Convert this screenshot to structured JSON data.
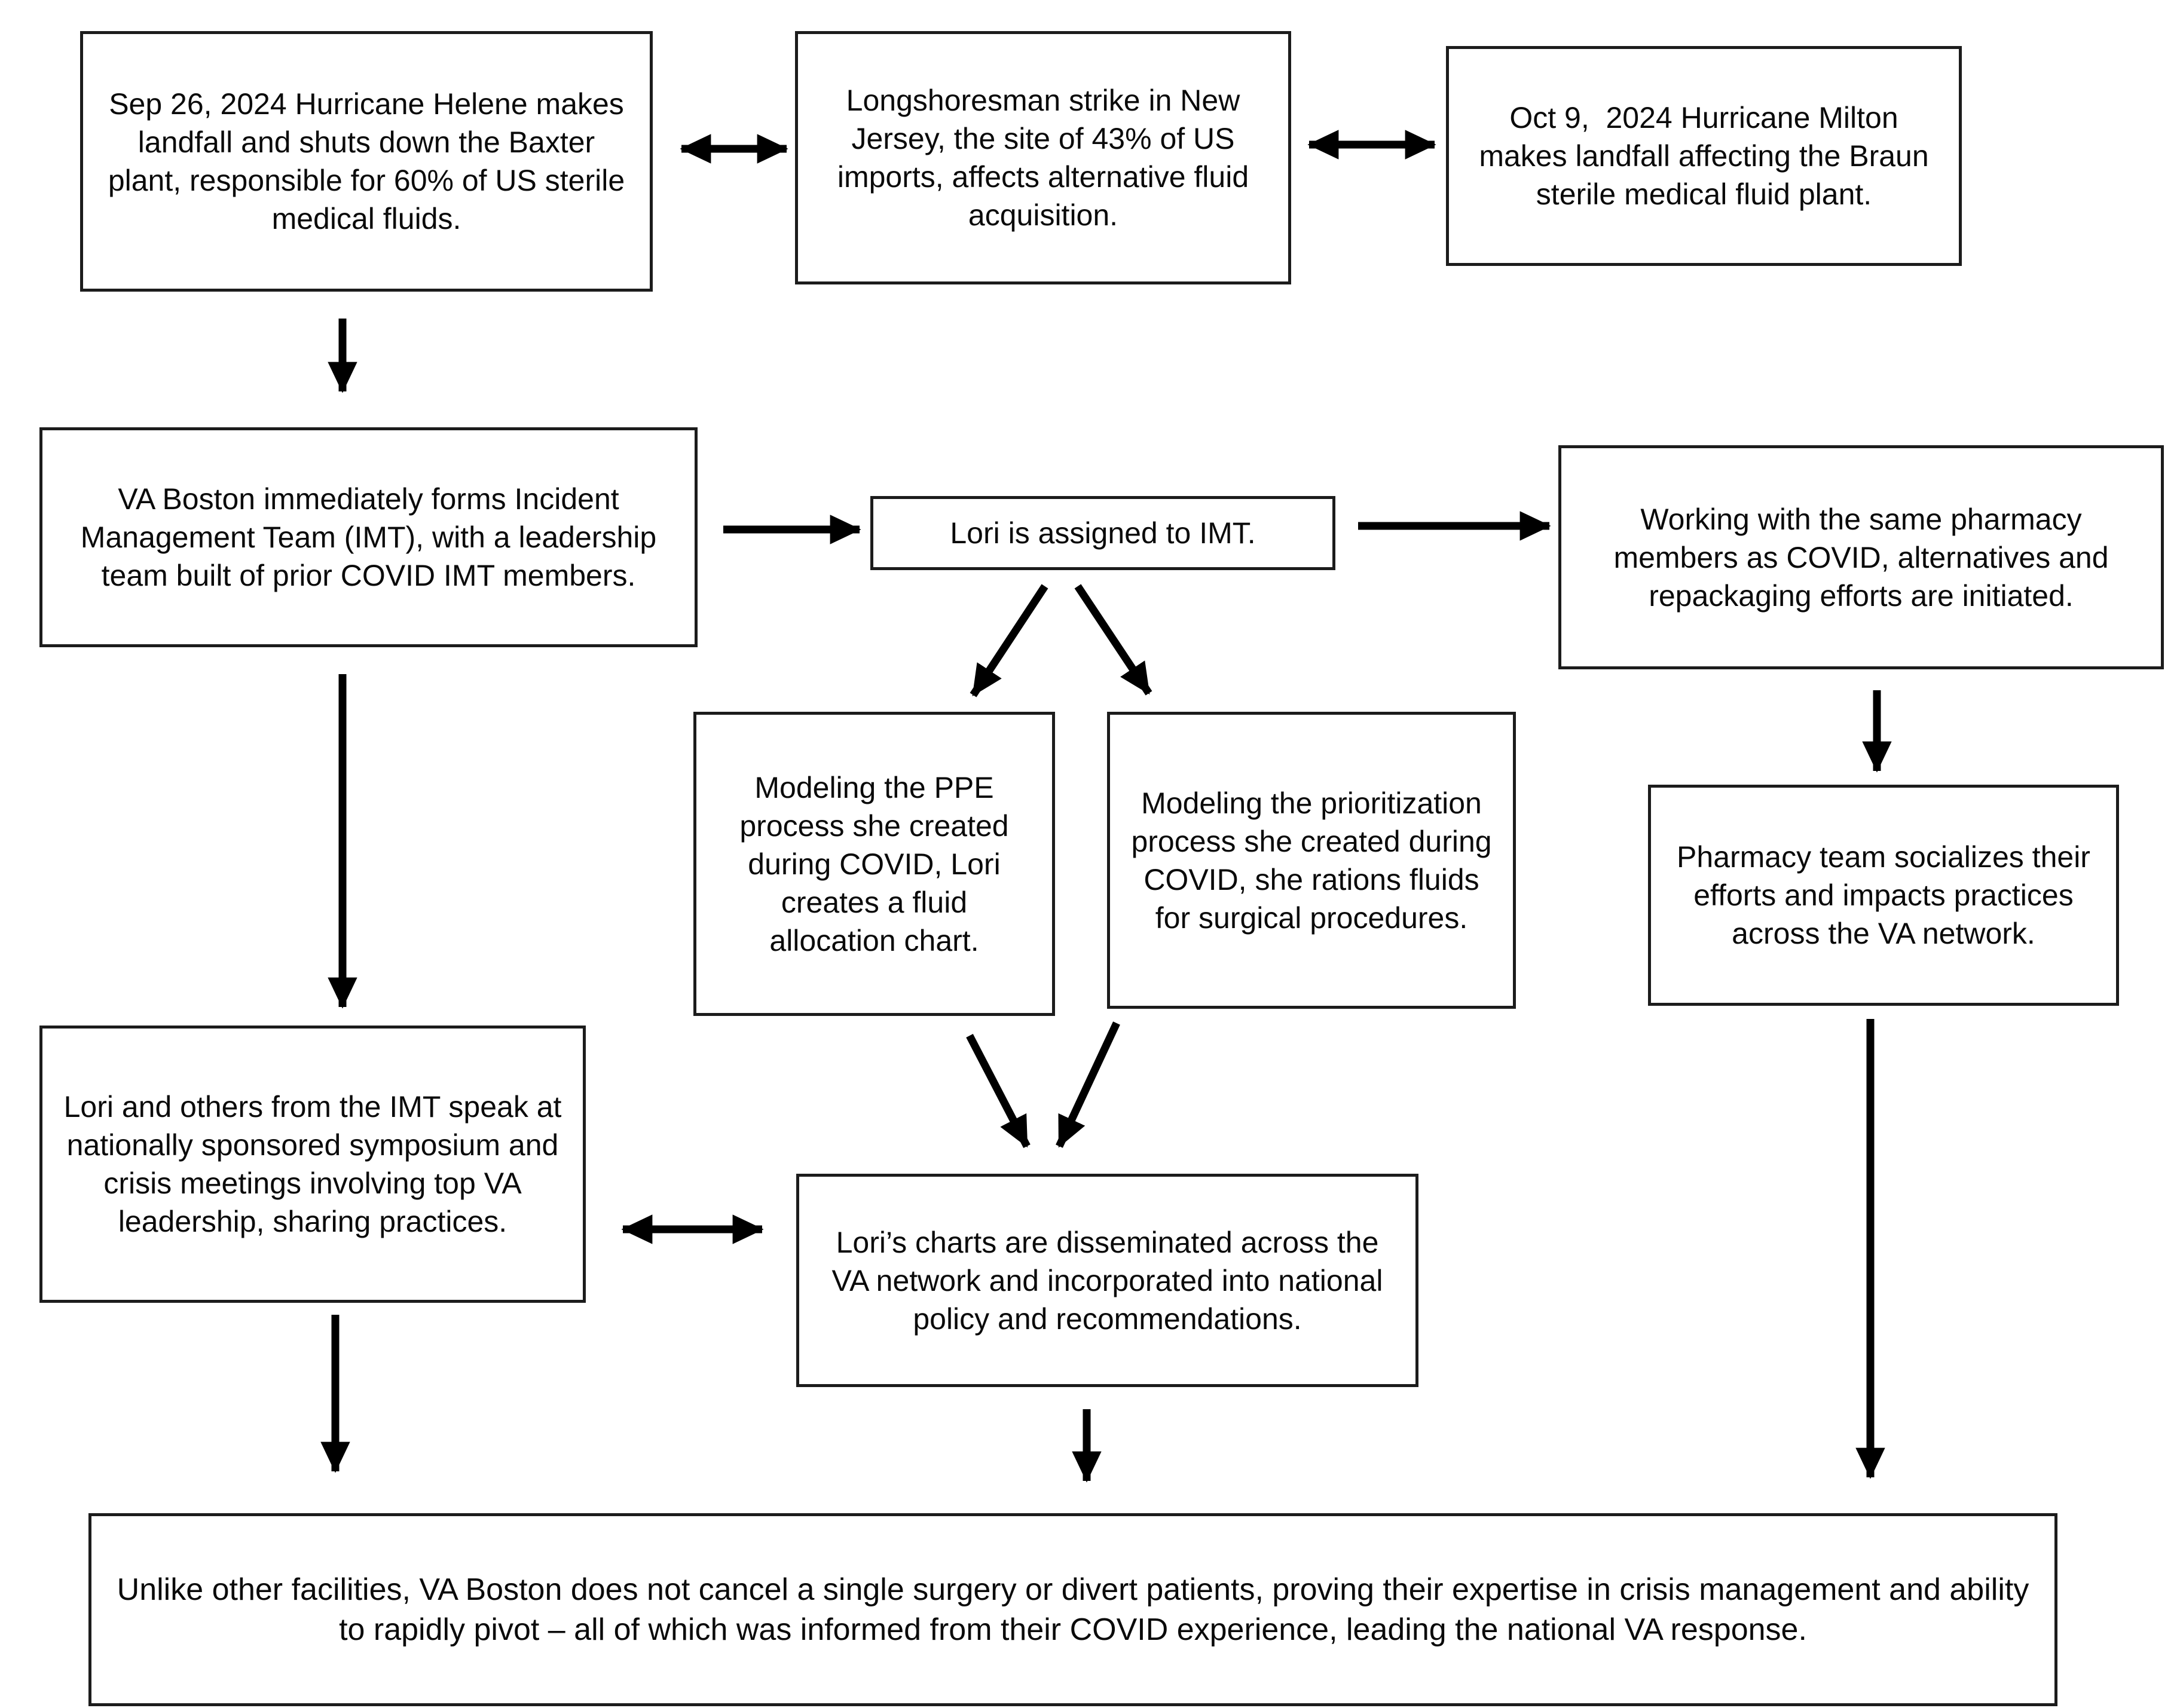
{
  "flowchart": {
    "background": "#ffffff",
    "box_border_color": "#1c1c1c",
    "arrow_color": "#000000",
    "boxes": [
      {
        "id": "hurricane-helene",
        "text": "Sep 26, 2024 Hurricane Helene makes landfall and shuts down the Baxter plant, responsible for 60% of US sterile medical fluids."
      },
      {
        "id": "longshoresman-strike",
        "text": "Longshoresman strike in New Jersey, the site of 43% of US imports, affects alternative fluid acquisition."
      },
      {
        "id": "hurricane-milton",
        "text": "Oct 9,  2024 Hurricane Milton makes landfall affecting the Braun sterile medical fluid plant."
      },
      {
        "id": "imt-formed",
        "text": "VA Boston immediately forms Incident Management Team (IMT), with a leadership team built of prior COVID IMT members."
      },
      {
        "id": "lori-assigned",
        "text": "Lori is assigned to IMT."
      },
      {
        "id": "pharmacy-efforts",
        "text": "Working with the same pharmacy members as COVID, alternatives and repackaging efforts are initiated."
      },
      {
        "id": "ppe-modeling",
        "text": "Modeling the PPE process she created during COVID, Lori creates a fluid allocation chart."
      },
      {
        "id": "prioritization-modeling",
        "text": "Modeling the prioritization process she created during COVID, she rations fluids for surgical procedures."
      },
      {
        "id": "pharmacy-socializes",
        "text": "Pharmacy team socializes their efforts and impacts practices across the VA network."
      },
      {
        "id": "symposium",
        "text": "Lori and others from the IMT speak at nationally sponsored symposium and crisis meetings involving top VA leadership, sharing practices."
      },
      {
        "id": "charts-disseminated",
        "text": "Lori’s charts are disseminated across the VA network and incorporated into national policy and recommendations."
      },
      {
        "id": "outcome",
        "text": "Unlike other facilities, VA Boston does not cancel a single surgery or divert patients, proving their expertise in crisis management and ability to rapidly pivot – all of which was informed from their COVID experience, leading the national VA response."
      }
    ],
    "arrows": [
      {
        "from": "hurricane-helene",
        "to": "longshoresman-strike",
        "type": "double"
      },
      {
        "from": "longshoresman-strike",
        "to": "hurricane-milton",
        "type": "double"
      },
      {
        "from": "hurricane-helene",
        "to": "imt-formed",
        "type": "single"
      },
      {
        "from": "imt-formed",
        "to": "lori-assigned",
        "type": "single"
      },
      {
        "from": "lori-assigned",
        "to": "pharmacy-efforts",
        "type": "single"
      },
      {
        "from": "lori-assigned",
        "to": "ppe-modeling",
        "type": "single"
      },
      {
        "from": "lori-assigned",
        "to": "prioritization-modeling",
        "type": "single"
      },
      {
        "from": "pharmacy-efforts",
        "to": "pharmacy-socializes",
        "type": "single"
      },
      {
        "from": "imt-formed",
        "to": "symposium",
        "type": "single"
      },
      {
        "from": "ppe-modeling",
        "to": "charts-disseminated",
        "type": "single"
      },
      {
        "from": "prioritization-modeling",
        "to": "charts-disseminated",
        "type": "single"
      },
      {
        "from": "symposium",
        "to": "charts-disseminated",
        "type": "double"
      },
      {
        "from": "symposium",
        "to": "outcome",
        "type": "single"
      },
      {
        "from": "charts-disseminated",
        "to": "outcome",
        "type": "single"
      },
      {
        "from": "pharmacy-socializes",
        "to": "outcome",
        "type": "single"
      }
    ]
  }
}
